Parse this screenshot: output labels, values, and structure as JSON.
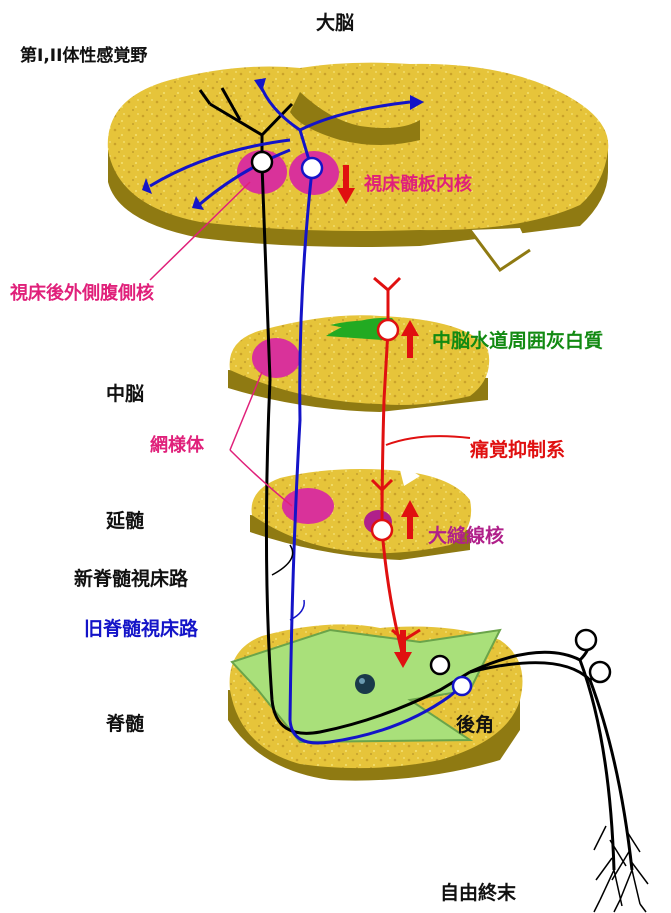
{
  "labels": {
    "cerebrum": "大脳",
    "somatosensory": "第I,II体性感覚野",
    "intralaminar": "視床髄板内核",
    "vpl": "視床後外側腹側核",
    "pag": "中脳水道周囲灰白質",
    "midbrain": "中脳",
    "reticular": "網様体",
    "pain_inhibition": "痛覚抑制系",
    "medulla": "延髄",
    "raphe": "大縫線核",
    "neo_tract": "新脊髄視床路",
    "paleo_tract": "旧脊髄視床路",
    "spinal_cord": "脊髄",
    "dorsal_horn": "後角",
    "free_endings": "自由終末"
  },
  "colors": {
    "tissue": "#e6c43a",
    "grey_matter": "#a9e07a",
    "neo_pathway": "#000000",
    "paleo_pathway": "#1414c8",
    "inhibitory": "#e01010",
    "nucleus": "#d9329a",
    "pag": "#22aa22"
  },
  "icons": [
    "up-arrow-icon",
    "down-arrow-icon",
    "neuron-terminal-icon"
  ]
}
